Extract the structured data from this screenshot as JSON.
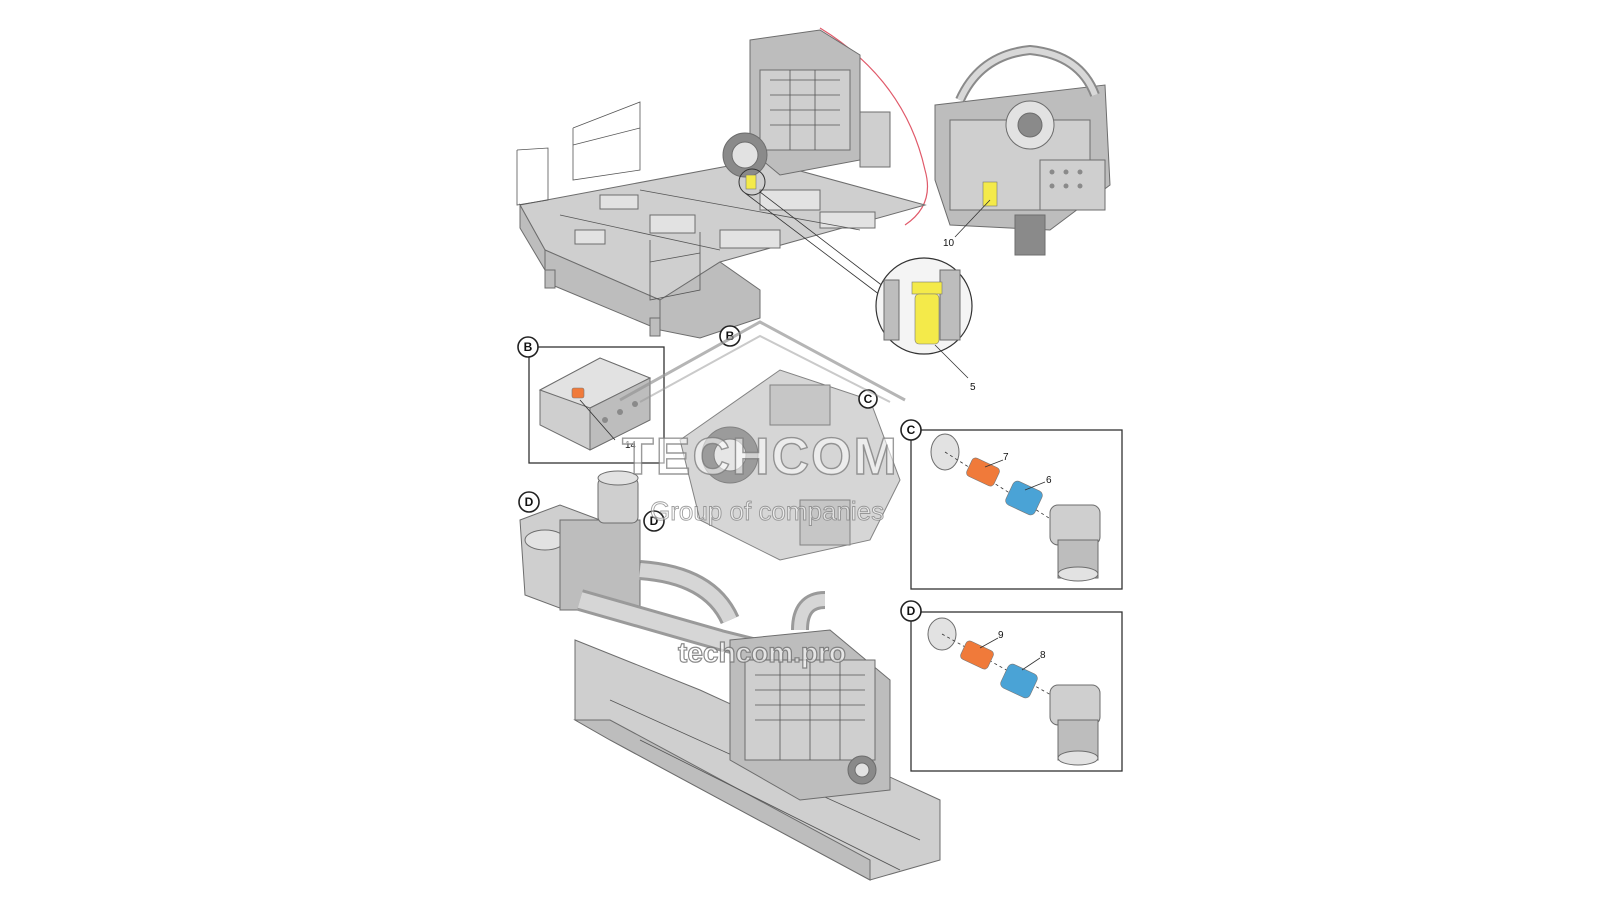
{
  "callouts": {
    "b_main": "B",
    "b_box": "B",
    "c_box": "C",
    "c_small": "C",
    "d_left": "D",
    "d_mid": "D",
    "d_box": "D"
  },
  "part_numbers": {
    "p5": "5",
    "p6": "6",
    "p7": "7",
    "p8": "8",
    "p9": "9",
    "p10": "10",
    "p14": "14"
  },
  "watermark": {
    "brand": "TECHCOM",
    "tagline": "Group of companies",
    "url": "techcom.pro"
  },
  "colors": {
    "fuel_filter": "#f4ea4a",
    "orange_filter": "#f07a3a",
    "blue_filter": "#4aa3d6",
    "body_gray": "#cfcfcf",
    "outline_red": "#e05a6a"
  }
}
